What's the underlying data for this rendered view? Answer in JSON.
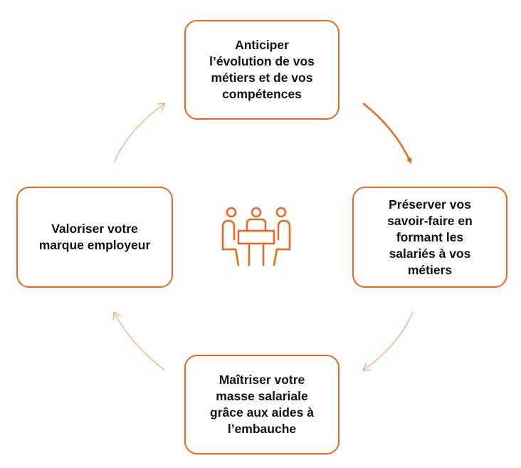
{
  "diagram": {
    "nodes": [
      {
        "id": "top",
        "label": "Anticiper\nl’évolution de vos\nmétiers et de vos\ncompétences"
      },
      {
        "id": "right",
        "label": "Préserver vos\nsavoir-faire en\nformant les\nsalariés à vos\nmétiers"
      },
      {
        "id": "bottom",
        "label": "Maîtriser votre\nmasse salariale\ngrâce aux aides à\nl’embauche"
      },
      {
        "id": "left",
        "label": "Valoriser votre\nmarque employeur"
      }
    ],
    "edges": [
      {
        "from": "top",
        "to": "right",
        "emphasis": "strong"
      },
      {
        "from": "right",
        "to": "bottom",
        "emphasis": "light"
      },
      {
        "from": "bottom",
        "to": "left",
        "emphasis": "light"
      },
      {
        "from": "left",
        "to": "top",
        "emphasis": "light"
      }
    ],
    "center_icon": "meeting-people-icon",
    "colors": {
      "accent": "#e8681e",
      "text": "#111111",
      "background": "#ffffff"
    }
  }
}
